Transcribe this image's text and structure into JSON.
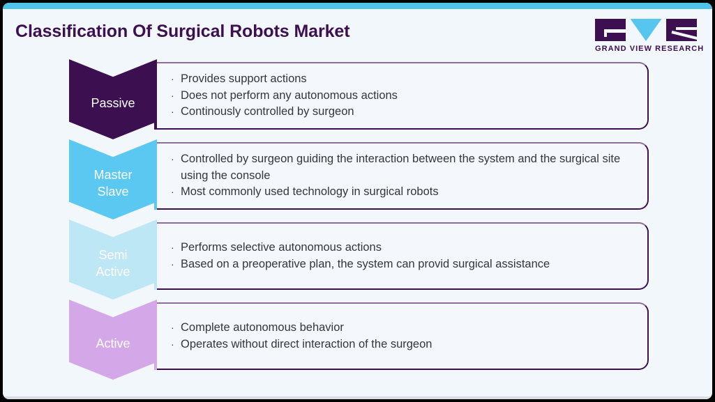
{
  "header": {
    "title": "Classification Of Surgical Robots Market",
    "logo": {
      "caption": "GRAND VIEW RESEARCH",
      "mark_g": "gvr-g-block-icon",
      "mark_v": "gvr-v-triangle-icon",
      "mark_r": "gvr-r-block-icon"
    }
  },
  "colors": {
    "accent_bar": "#4FC3E8",
    "brand_purple": "#3C1050",
    "page_background": "#F2F7FB",
    "box_background": "#F4F8FC",
    "box_border": "#3C1050",
    "box_border_top": "#8C6E99",
    "body_text": "#33373B"
  },
  "rows": [
    {
      "label": "Passive",
      "color": "#3C1050",
      "bullets": [
        "Provides support actions",
        "Does not perform any autonomous actions",
        "Continously controlled by surgeon"
      ]
    },
    {
      "label": "Master\nSlave",
      "color": "#5BC8F2",
      "bullets": [
        "Controlled by surgeon guiding the interaction between the system and the surgical site using the console",
        "Most commonly used technology in surgical robots"
      ]
    },
    {
      "label": "Semi\nActive",
      "color": "#BDE7F5",
      "bullets": [
        "Performs selective autonomous actions",
        "Based on a preoperative plan, the system can provid surgical assistance"
      ]
    },
    {
      "label": "Active",
      "color": "#D4A8E8",
      "bullets": [
        "Complete autonomous behavior",
        "Operates without direct interaction of the surgeon"
      ]
    }
  ],
  "bullet_marker": "·"
}
